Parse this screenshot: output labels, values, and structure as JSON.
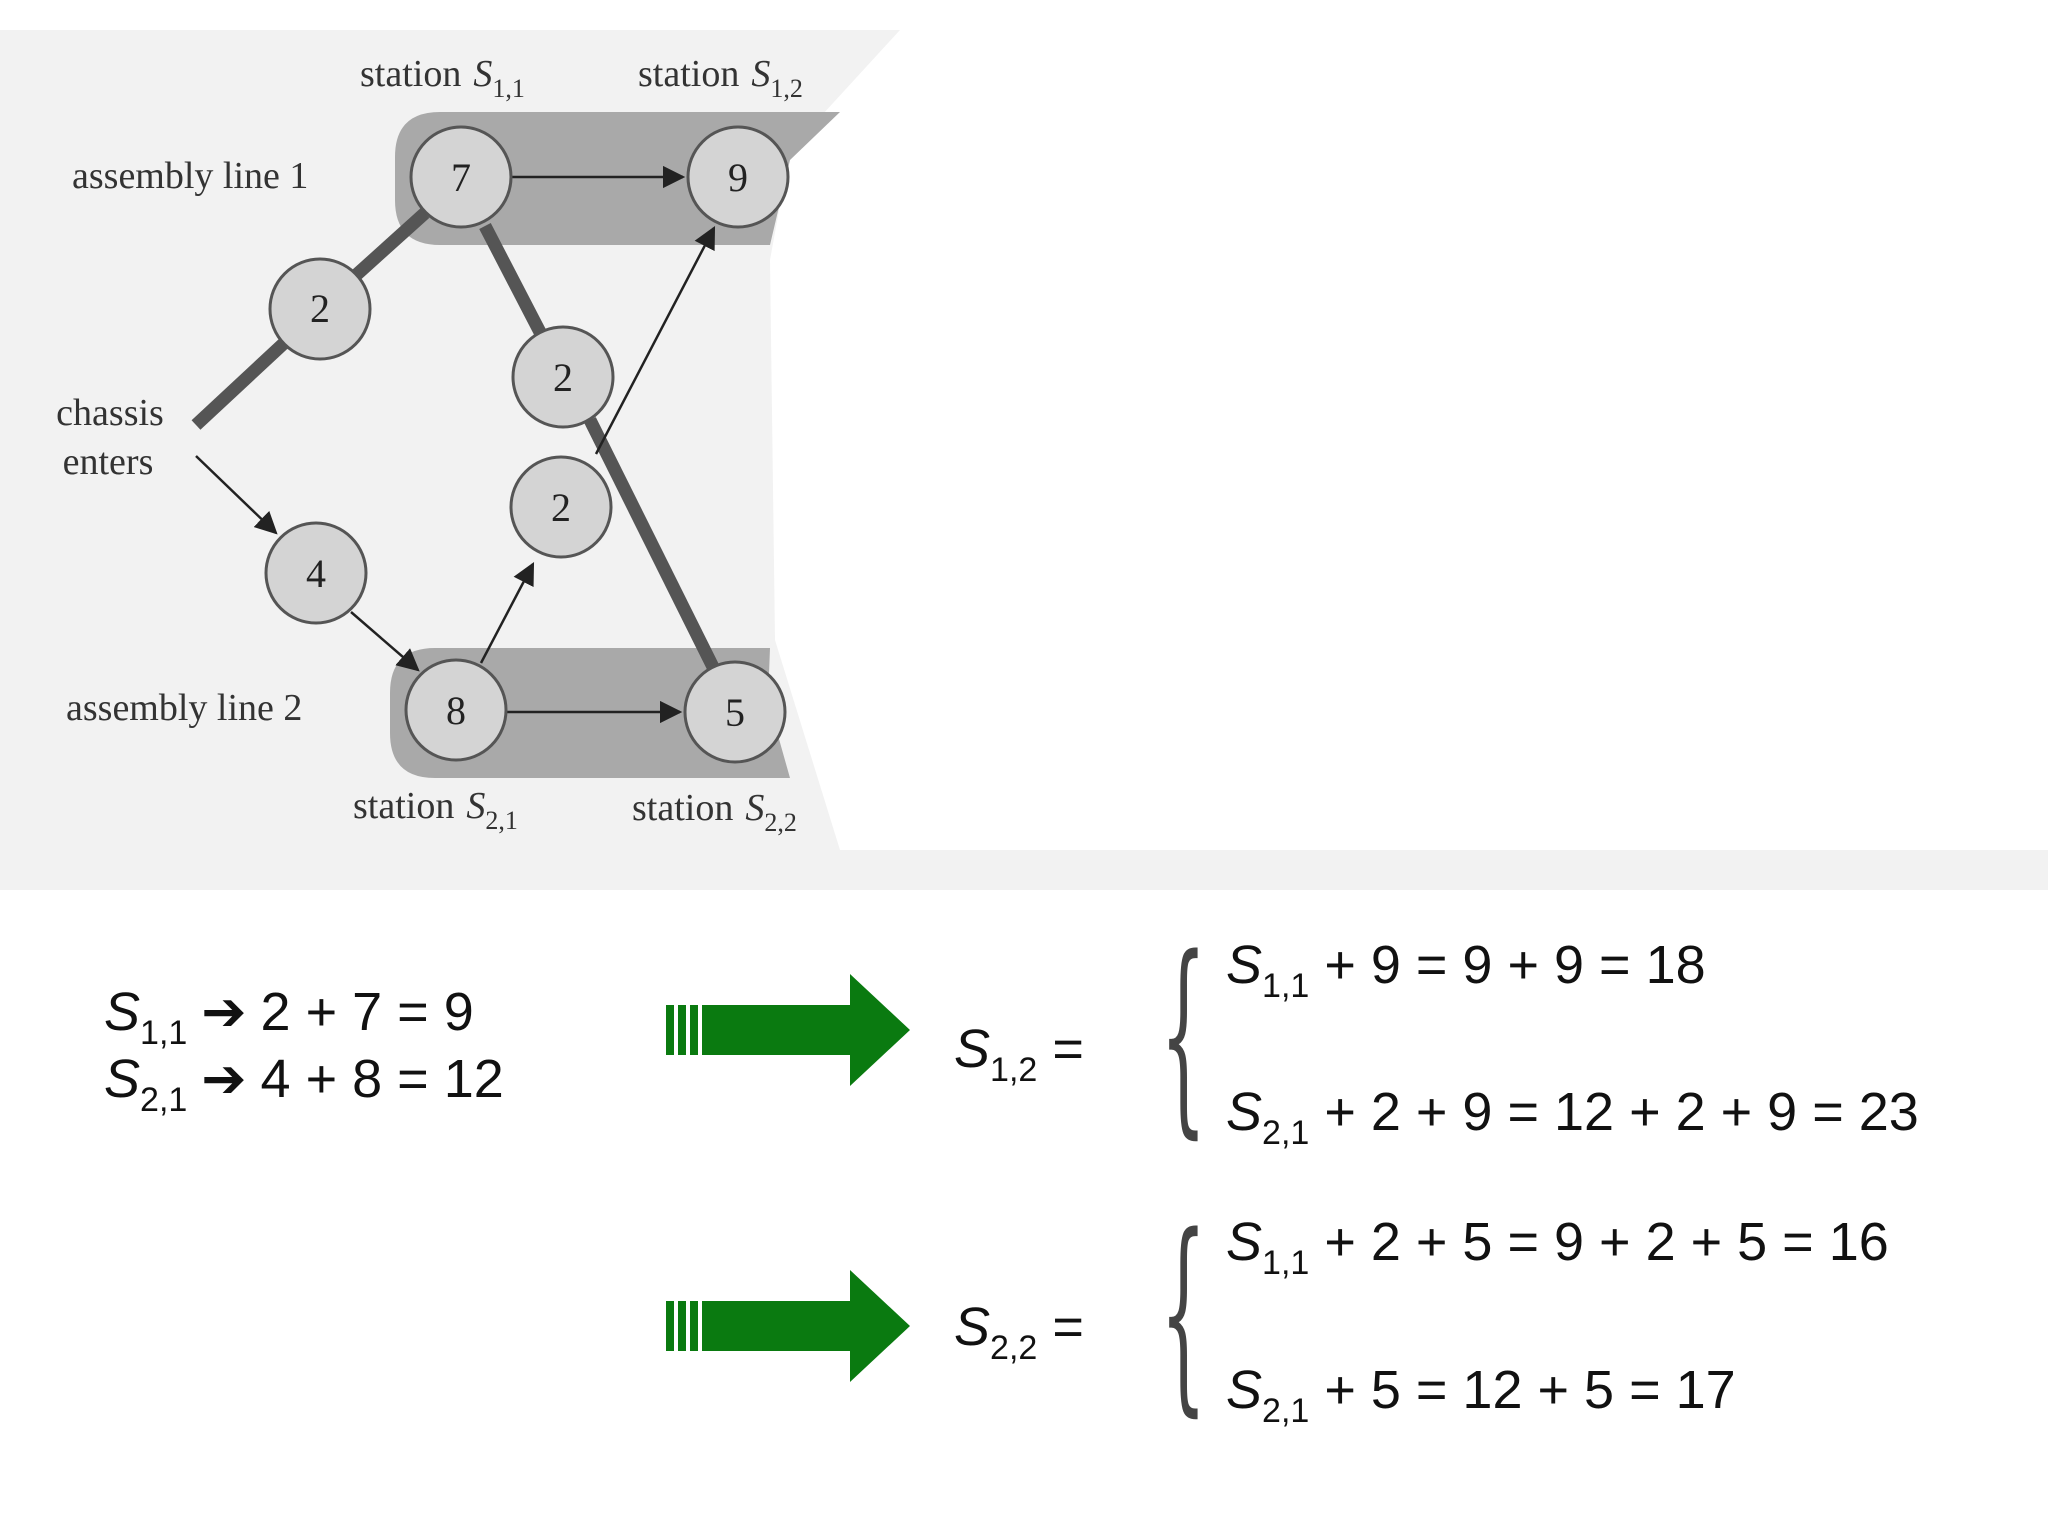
{
  "diagram": {
    "station_top_left": {
      "word": "station",
      "var": "S",
      "sub": "1,1"
    },
    "station_top_right": {
      "word": "station",
      "var": "S",
      "sub": "1,2"
    },
    "station_bottom_left": {
      "word": "station",
      "var": "S",
      "sub": "2,1"
    },
    "station_bottom_right": {
      "word": "station",
      "var": "S",
      "sub": "2,2"
    },
    "assembly_line_1": "assembly line 1",
    "assembly_line_2": "assembly line 2",
    "chassis_line1": "chassis",
    "chassis_line2": "enters",
    "nodes": {
      "entry_top": "2",
      "entry_bottom": "4",
      "s11": "7",
      "s12": "9",
      "s21": "8",
      "s22": "5",
      "transfer_down": "2",
      "transfer_up": "2"
    },
    "colors": {
      "panel_bg": "#f2f2f2",
      "line_band": "#a9a9a9",
      "node_fill": "#d4d4d4",
      "node_stroke": "#555555"
    }
  },
  "left_equations": [
    {
      "var": "S",
      "sub": "1,1",
      "arrow": "➔",
      "expr": "2 + 7 = 9"
    },
    {
      "var": "S",
      "sub": "2,1",
      "arrow": "➔",
      "expr": "4 + 8 = 12"
    }
  ],
  "results": [
    {
      "lhs": {
        "var": "S",
        "sub": "1,2",
        "eq": "="
      },
      "cases": [
        {
          "var": "S",
          "sub": "1,1",
          "expr": "+ 9 = 9 + 9 = 18"
        },
        {
          "var": "S",
          "sub": "2,1",
          "expr": "+ 2 + 9 = 12 + 2 + 9 = 23"
        }
      ]
    },
    {
      "lhs": {
        "var": "S",
        "sub": "2,2",
        "eq": "="
      },
      "cases": [
        {
          "var": "S",
          "sub": "1,1",
          "expr": "+ 2 + 5 = 9 + 2 + 5 = 16"
        },
        {
          "var": "S",
          "sub": "2,1",
          "expr": "+ 5 = 12 + 5 = 17"
        }
      ]
    }
  ],
  "accent_color": "#0a7a10"
}
